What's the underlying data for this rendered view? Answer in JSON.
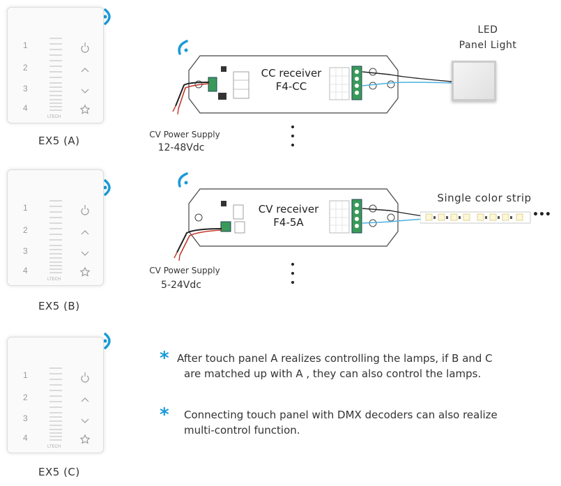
{
  "panels": [
    {
      "label": "EX5 (A)",
      "buttons": [
        "1",
        "2",
        "3",
        "4"
      ],
      "logo": "LTECH"
    },
    {
      "label": "EX5 (B)",
      "buttons": [
        "1",
        "2",
        "3",
        "4"
      ],
      "logo": "LTECH"
    },
    {
      "label": "EX5 (C)",
      "buttons": [
        "1",
        "2",
        "3",
        "4"
      ],
      "logo": "LTECH"
    }
  ],
  "receivers": [
    {
      "line1": "CC receiver",
      "line2": "F4-CC",
      "psu_label": "CV Power Supply",
      "psu_voltage": "12-48Vdc",
      "lamp_line1": "LED",
      "lamp_line2": "Panel Light"
    },
    {
      "line1": "CV receiver",
      "line2": "F4-5A",
      "psu_label": "CV Power Supply",
      "psu_voltage": "5-24Vdc",
      "lamp_line1": "Single color strip",
      "lamp_more": "•••"
    }
  ],
  "notes": [
    {
      "line1": "After touch panel A realizes controlling the lamps, if B and C",
      "line2": "are matched up with A , they can also control the lamps."
    },
    {
      "line1": "Connecting touch panel with DMX decoders can also realize",
      "line2": "multi-control function."
    }
  ],
  "colors": {
    "wireless": "#1a9ad6",
    "wire_blue": "#4ab0e0",
    "wire_red": "#c0392b",
    "terminal": "#3a9a5a"
  },
  "icons": [
    "wireless-signal-icon",
    "power-icon",
    "chevron-up-icon",
    "chevron-down-icon",
    "star-icon"
  ]
}
